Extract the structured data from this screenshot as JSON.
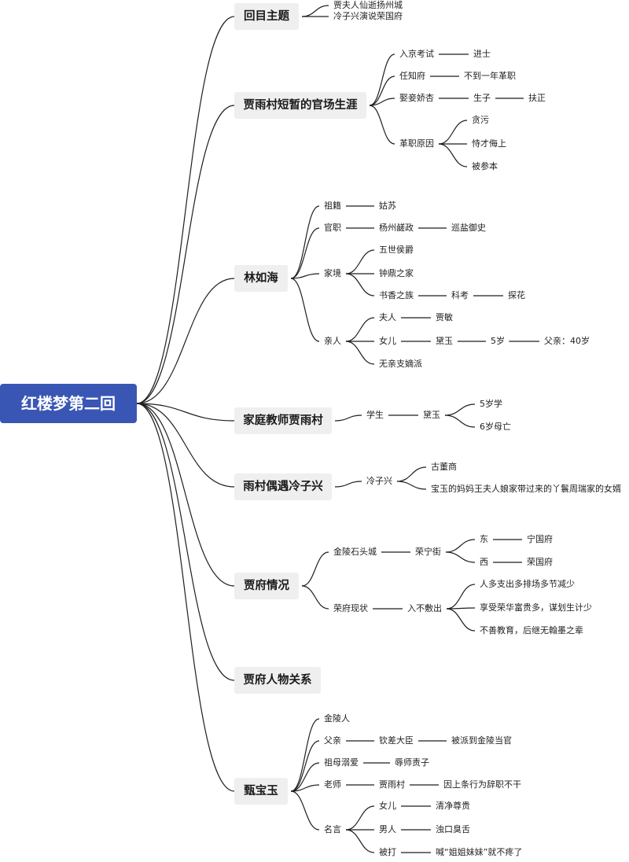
{
  "root": "红楼梦第二回",
  "branches": [
    {
      "id": "theme",
      "label": "回目主题",
      "children": [
        {
          "id": "theme-1",
          "label": "贾夫人仙逝扬州城"
        },
        {
          "id": "theme-2",
          "label": "冷子兴演说荣国府"
        }
      ]
    },
    {
      "id": "yucun-career",
      "label": "贾雨村短暂的官场生涯",
      "children": [
        {
          "id": "exam",
          "label": "入京考试",
          "children": [
            {
              "id": "jinshi",
              "label": "进士"
            }
          ]
        },
        {
          "id": "office",
          "label": "任知府",
          "children": [
            {
              "id": "less-year",
              "label": "不到一年革职"
            }
          ]
        },
        {
          "id": "marry",
          "label": "娶妾娇杏",
          "children": [
            {
              "id": "son",
              "label": "生子",
              "children": [
                {
                  "id": "promote",
                  "label": "扶正"
                }
              ]
            }
          ]
        },
        {
          "id": "dismiss",
          "label": "革职原因",
          "children": [
            {
              "id": "corrupt",
              "label": "贪污"
            },
            {
              "id": "arrogant",
              "label": "恃才侮上"
            },
            {
              "id": "impeached",
              "label": "被参本"
            }
          ]
        }
      ]
    },
    {
      "id": "lin-ruhai",
      "label": "林如海",
      "children": [
        {
          "id": "native",
          "label": "祖籍",
          "children": [
            {
              "id": "gusu",
              "label": "姑苏"
            }
          ]
        },
        {
          "id": "post",
          "label": "官职",
          "children": [
            {
              "id": "salt-admin",
              "label": "杨州鹾政",
              "children": [
                {
                  "id": "salt-censor",
                  "label": "巡盐御史"
                }
              ]
            }
          ]
        },
        {
          "id": "family",
          "label": "家境",
          "children": [
            {
              "id": "five-gen",
              "label": "五世侯爵"
            },
            {
              "id": "noble",
              "label": "钟鼎之家"
            },
            {
              "id": "scholarly",
              "label": "书香之族",
              "children": [
                {
                  "id": "imperial-exam",
                  "label": "科考",
                  "children": [
                    {
                      "id": "tanhua",
                      "label": "探花"
                    }
                  ]
                }
              ]
            }
          ]
        },
        {
          "id": "relatives",
          "label": "亲人",
          "children": [
            {
              "id": "wife",
              "label": "夫人",
              "children": [
                {
                  "id": "jia-min",
                  "label": "贾敏"
                }
              ]
            },
            {
              "id": "daughter",
              "label": "女儿",
              "children": [
                {
                  "id": "daiyu-1",
                  "label": "黛玉",
                  "children": [
                    {
                      "id": "age5",
                      "label": "5岁",
                      "children": [
                        {
                          "id": "father40",
                          "label": "父亲：40岁"
                        }
                      ]
                    }
                  ]
                }
              ]
            },
            {
              "id": "no-clan",
              "label": "无亲支嫡派"
            }
          ]
        }
      ]
    },
    {
      "id": "tutor",
      "label": "家庭教师贾雨村",
      "children": [
        {
          "id": "student",
          "label": "学生",
          "children": [
            {
              "id": "daiyu-2",
              "label": "黛玉",
              "children": [
                {
                  "id": "study5",
                  "label": "5岁学"
                },
                {
                  "id": "mother6",
                  "label": "6岁母亡"
                }
              ]
            }
          ]
        }
      ]
    },
    {
      "id": "meet-leng",
      "label": "雨村偶遇冷子兴",
      "children": [
        {
          "id": "leng",
          "label": "冷子兴",
          "children": [
            {
              "id": "antique",
              "label": "古董商"
            },
            {
              "id": "son-in-law",
              "label": "宝玉的妈妈王夫人娘家带过来的丫鬟周瑞家的女婿"
            }
          ]
        }
      ]
    },
    {
      "id": "jia-situation",
      "label": "贾府情况",
      "children": [
        {
          "id": "jinling",
          "label": "金陵石头城",
          "children": [
            {
              "id": "street",
              "label": "荣宁街",
              "children": [
                {
                  "id": "east",
                  "label": "东",
                  "children": [
                    {
                      "id": "ningguo",
                      "label": "宁国府"
                    }
                  ]
                },
                {
                  "id": "west",
                  "label": "西",
                  "children": [
                    {
                      "id": "rongguo",
                      "label": "荣国府"
                    }
                  ]
                }
              ]
            }
          ]
        },
        {
          "id": "status",
          "label": "荣府现状",
          "children": [
            {
              "id": "deficit",
              "label": "入不敷出",
              "children": [
                {
                  "id": "spend",
                  "label": "人多支出多排场多节减少"
                },
                {
                  "id": "enjoy",
                  "label": "享受荣华富贵多，谋划生计少"
                },
                {
                  "id": "edu",
                  "label": "不善教育，后继无翰墨之辈"
                }
              ]
            }
          ]
        }
      ]
    },
    {
      "id": "relations",
      "label": "贾府人物关系",
      "children": []
    },
    {
      "id": "zhen-baoyu",
      "label": "甄宝玉",
      "children": [
        {
          "id": "jinling-man",
          "label": "金陵人"
        },
        {
          "id": "father",
          "label": "父亲",
          "children": [
            {
              "id": "envoy",
              "label": "钦差大臣",
              "children": [
                {
                  "id": "sent",
                  "label": "被派到金陵当官"
                }
              ]
            }
          ]
        },
        {
          "id": "grandma",
          "label": "祖母溺爱",
          "children": [
            {
              "id": "scold",
              "label": "辱师责子"
            }
          ]
        },
        {
          "id": "teacher",
          "label": "老师",
          "children": [
            {
              "id": "yucun",
              "label": "贾雨村",
              "children": [
                {
                  "id": "resign",
                  "label": "因上条行为辞职不干"
                }
              ]
            }
          ]
        },
        {
          "id": "sayings",
          "label": "名言",
          "children": [
            {
              "id": "girl",
              "label": "女儿",
              "children": [
                {
                  "id": "pure",
                  "label": "清净尊贵"
                }
              ]
            },
            {
              "id": "boy",
              "label": "男人",
              "children": [
                {
                  "id": "foul",
                  "label": "浊口臭舌"
                }
              ]
            },
            {
              "id": "beaten",
              "label": "被打",
              "children": [
                {
                  "id": "sisters",
                  "label": "喊“姐姐妹妹”就不疼了"
                }
              ]
            }
          ]
        }
      ]
    }
  ]
}
